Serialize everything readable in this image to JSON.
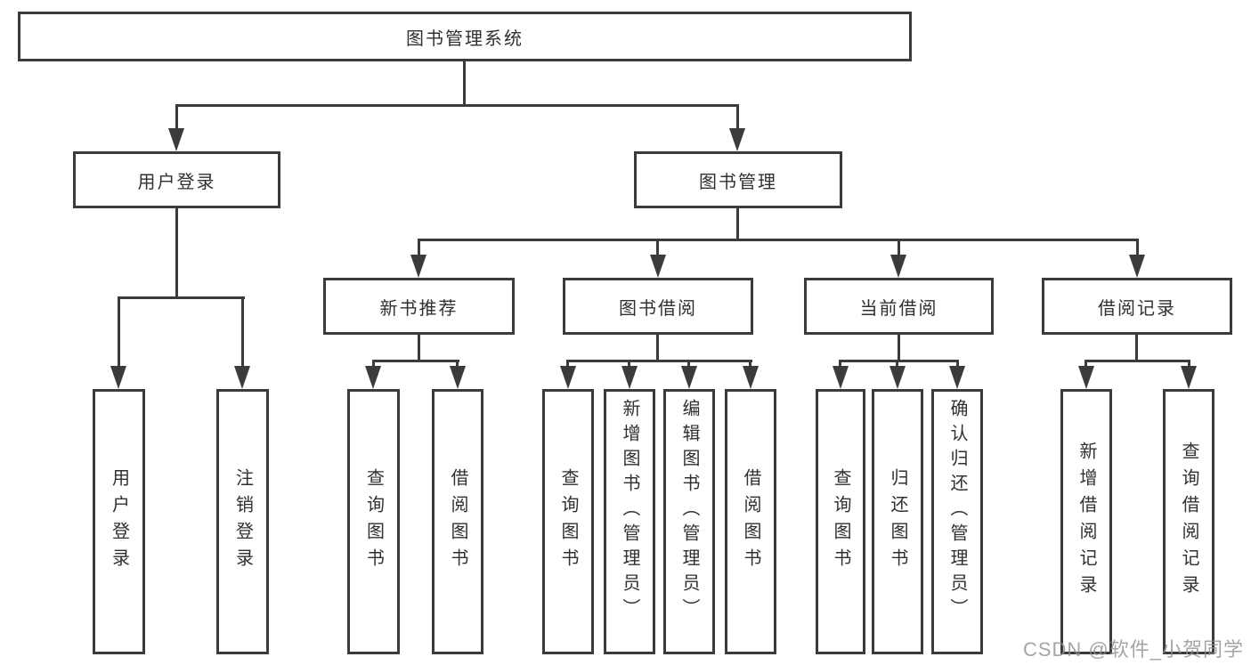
{
  "root": {
    "label": "图书管理系统"
  },
  "tree": [
    {
      "label": "用户登录",
      "children": [
        "用户登录",
        "注销登录"
      ]
    },
    {
      "label": "图书管理",
      "children": [
        {
          "label": "新书推荐",
          "children": [
            "查询图书",
            "借阅图书"
          ]
        },
        {
          "label": "图书借阅",
          "children": [
            "查询图书",
            "新增图书（管理员）",
            "编辑图书（管理员）",
            "借阅图书"
          ]
        },
        {
          "label": "当前借阅",
          "children": [
            "查询图书",
            "归还图书",
            "确认归还（管理员）"
          ]
        },
        {
          "label": "借阅记录",
          "children": [
            "新增借阅记录",
            "查询借阅记录"
          ]
        }
      ]
    }
  ],
  "watermark": "CSDN @软件_小贺同学",
  "colors": {
    "line": "#3b3b3b",
    "text": "#303030",
    "box_background": "#ffffff",
    "watermark": "#8f8f8f"
  }
}
